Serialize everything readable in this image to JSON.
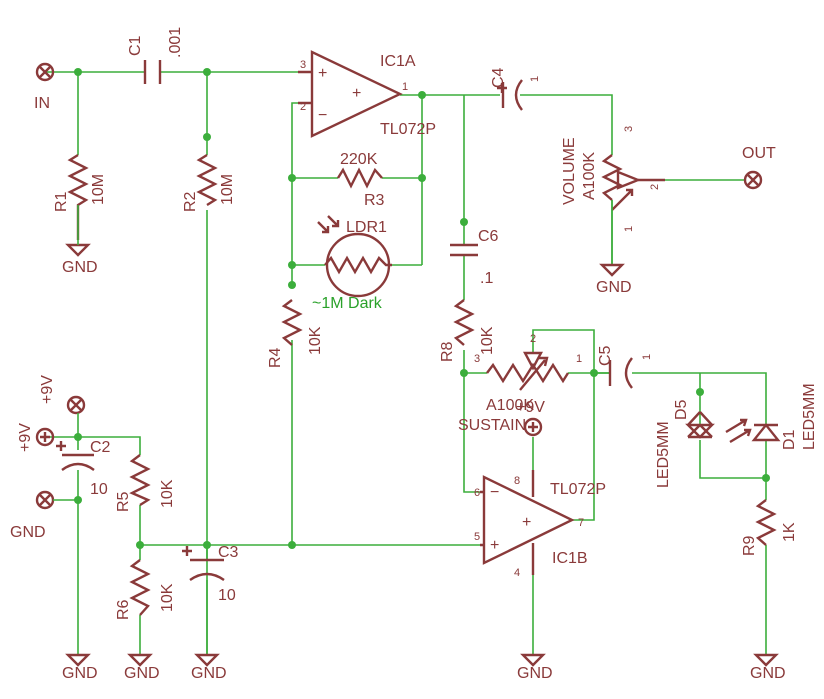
{
  "colors": {
    "part": "#8a3a3a",
    "wire": "#3cae3c",
    "background": "#ffffff"
  },
  "io": {
    "in": "IN",
    "out": "OUT",
    "plus9_side": "+9V",
    "plus9_top": "+9V",
    "gnd_left": "GND"
  },
  "c1": {
    "name": "C1",
    "value": ".001"
  },
  "r1": {
    "name": "R1",
    "value": "10M"
  },
  "r2": {
    "name": "R2",
    "value": "10M"
  },
  "ic1a": {
    "name": "IC1A",
    "part": "TL072P",
    "pin3": "3",
    "pin2": "2",
    "pin1": "1"
  },
  "c4": {
    "name": "C4",
    "pin": "1"
  },
  "volume": {
    "name": "VOLUME",
    "value": "A100K",
    "pin3": "3",
    "pin2": "2",
    "pin1": "1"
  },
  "r3": {
    "name": "R3",
    "value": "220K"
  },
  "ldr1": {
    "name": "LDR1",
    "note": "~1M Dark"
  },
  "c6": {
    "name": "C6",
    "value": ".1"
  },
  "r4": {
    "name": "R4",
    "value": "10K"
  },
  "r8": {
    "name": "R8",
    "value": "10K"
  },
  "sustain": {
    "name": "SUSTAIN",
    "value": "A100K",
    "pin1": "1",
    "pin2": "2",
    "pin3": "3"
  },
  "supply_ic": "+9V",
  "c5": {
    "name": "C5",
    "pin": "1"
  },
  "d5": {
    "name": "D5",
    "value": "LED5MM"
  },
  "d1": {
    "name": "D1",
    "value": "LED5MM"
  },
  "c2": {
    "name": "C2",
    "value": "10"
  },
  "r5": {
    "name": "R5",
    "value": "10K"
  },
  "r6": {
    "name": "R6",
    "value": "10K"
  },
  "c3": {
    "name": "C3",
    "value": "10"
  },
  "ic1b": {
    "name": "IC1B",
    "part": "TL072P",
    "pin6": "6",
    "pin5": "5",
    "pin7": "7",
    "pin8": "8",
    "pin4": "4"
  },
  "r9": {
    "name": "R9",
    "value": "1K"
  },
  "gnd": "GND",
  "symbols": {
    "plus": "+",
    "minus": "−"
  }
}
